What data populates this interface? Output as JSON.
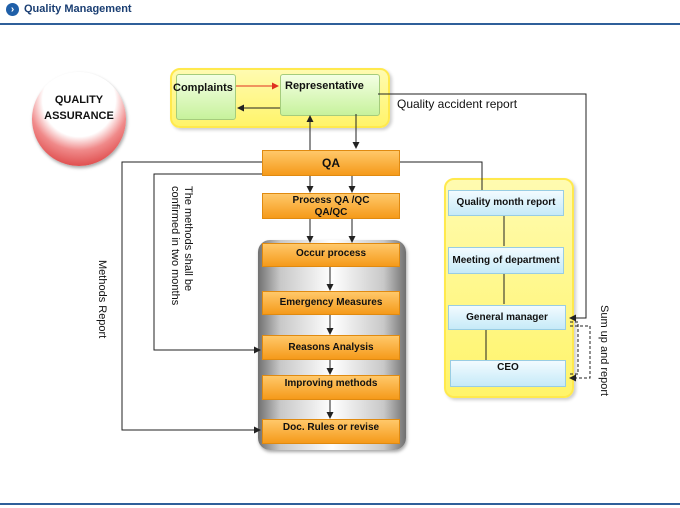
{
  "header": {
    "title": "Quality Management",
    "icon": "chevron-right-icon"
  },
  "quality_assurance": {
    "line1": "QUALITY",
    "line2": "ASSURANCE"
  },
  "top_panel": {
    "complaints": "Complaints",
    "representative": "Representative"
  },
  "labels": {
    "accident_report": "Quality accident report",
    "methods_report": "Methods Report",
    "confirm_line1": "The methods shall be",
    "confirm_line2": "confirmed in two months",
    "sum_up": "Sum up and report"
  },
  "qa_box": "QA",
  "process_box": {
    "line1": "Process QA /QC",
    "line2": "QA/QC"
  },
  "process_steps": [
    "Occur process",
    "Emergency Measures",
    "Reasons Analysis",
    "Improving methods",
    "Doc. Rules or revise"
  ],
  "management_steps": [
    "Quality month report",
    "Meeting of department",
    "General manager",
    "CEO"
  ],
  "colors": {
    "orange": "#f59a1a",
    "yellow": "#fff46a",
    "green": "#c7f29c",
    "blue": "#c6eaf8",
    "red": "#d01818",
    "header": "#2f5f9a"
  }
}
